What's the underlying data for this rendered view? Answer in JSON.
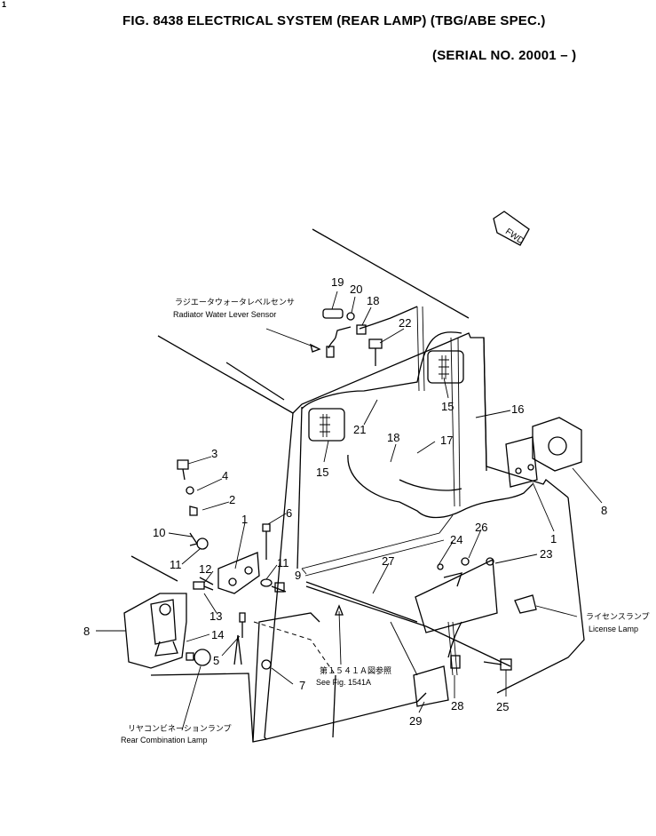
{
  "figure": {
    "corner_mark": "1",
    "title": "FIG. 8438  ELECTRICAL SYSTEM (REAR LAMP) (TBG/ABE SPEC.)",
    "serial": "(SERIAL NO. 20001 – )"
  },
  "fwd_label": "FWD",
  "callouts": [
    {
      "id": "19",
      "text": "19"
    },
    {
      "id": "20",
      "text": "20"
    },
    {
      "id": "18a",
      "text": "18"
    },
    {
      "id": "22",
      "text": "22"
    },
    {
      "id": "15a",
      "text": "15"
    },
    {
      "id": "16",
      "text": "16"
    },
    {
      "id": "21",
      "text": "21"
    },
    {
      "id": "18b",
      "text": "18"
    },
    {
      "id": "17",
      "text": "17"
    },
    {
      "id": "15b",
      "text": "15"
    },
    {
      "id": "8a",
      "text": "8"
    },
    {
      "id": "1a",
      "text": "1"
    },
    {
      "id": "3",
      "text": "3"
    },
    {
      "id": "4",
      "text": "4"
    },
    {
      "id": "2",
      "text": "2"
    },
    {
      "id": "1b",
      "text": "1"
    },
    {
      "id": "6",
      "text": "6"
    },
    {
      "id": "10",
      "text": "10"
    },
    {
      "id": "11a",
      "text": "11"
    },
    {
      "id": "11b",
      "text": "11"
    },
    {
      "id": "12",
      "text": "12"
    },
    {
      "id": "9",
      "text": "9"
    },
    {
      "id": "24",
      "text": "24"
    },
    {
      "id": "26",
      "text": "26"
    },
    {
      "id": "27",
      "text": "27"
    },
    {
      "id": "23",
      "text": "23"
    },
    {
      "id": "13",
      "text": "13"
    },
    {
      "id": "8b",
      "text": "8"
    },
    {
      "id": "14",
      "text": "14"
    },
    {
      "id": "5",
      "text": "5"
    },
    {
      "id": "7",
      "text": "7"
    },
    {
      "id": "25",
      "text": "25"
    },
    {
      "id": "28",
      "text": "28"
    },
    {
      "id": "29",
      "text": "29"
    }
  ],
  "labels": {
    "radiator_jp": "ラジエータウォータレベルセンサ",
    "radiator_en": "Radiator Water Lever Sensor",
    "license_jp": "ライセンスランプ",
    "license_en": "License Lamp",
    "seefig_jp": "第１５４１Ａ図参照",
    "seefig_en": "See Fig. 1541A",
    "rear_comb_jp": "リヤコンビネーションランプ",
    "rear_comb_en": "Rear Combination Lamp"
  }
}
